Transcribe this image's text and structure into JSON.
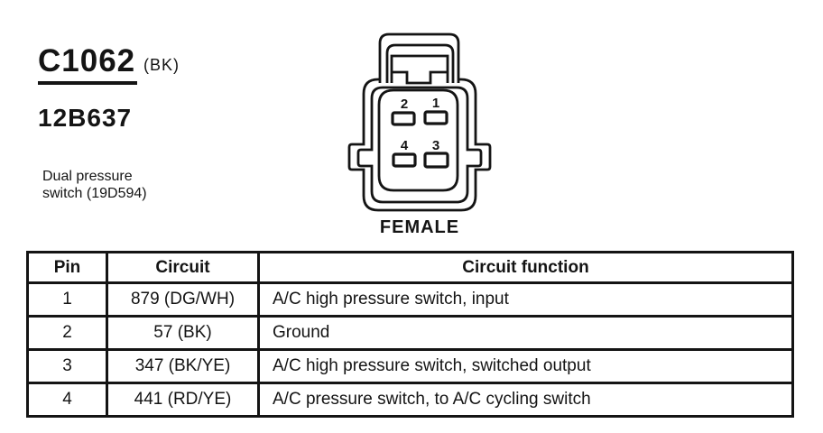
{
  "header": {
    "connector_id": "C1062",
    "connector_color_code": "(BK)",
    "part_number": "12B637",
    "component_name_line1": "Dual pressure",
    "component_name_line2": "switch (19D594)"
  },
  "connector": {
    "gender_label": "FEMALE",
    "pin_labels": [
      "2",
      "1",
      "4",
      "3"
    ]
  },
  "table": {
    "headers": [
      "Pin",
      "Circuit",
      "Circuit function"
    ],
    "rows": [
      [
        "1",
        "879 (DG/WH)",
        "A/C high pressure switch, input"
      ],
      [
        "2",
        "57 (BK)",
        "Ground"
      ],
      [
        "3",
        "347 (BK/YE)",
        "A/C high pressure switch, switched output"
      ],
      [
        "4",
        "441 (RD/YE)",
        "A/C pressure switch, to A/C cycling switch"
      ]
    ]
  },
  "colors": {
    "ink": "#141414",
    "paper": "#ffffff"
  }
}
